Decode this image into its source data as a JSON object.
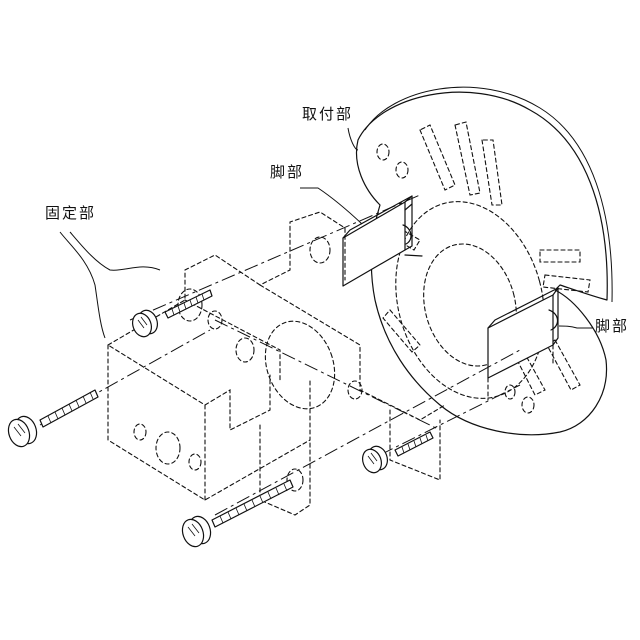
{
  "callouts": {
    "mounting_part": "取付部",
    "leg_part_upper": "脚部",
    "leg_part_right": "脚部",
    "fixing_part": "固定部"
  }
}
